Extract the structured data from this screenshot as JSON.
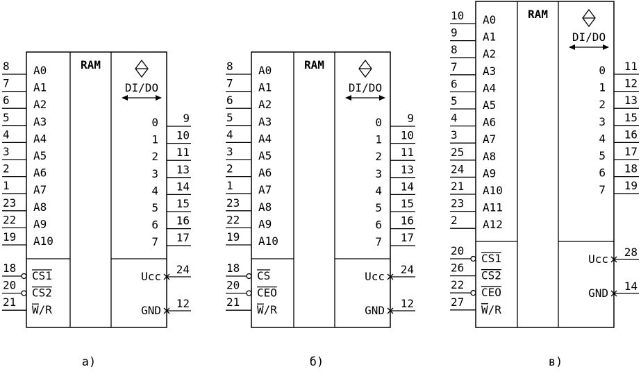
{
  "chips": [
    {
      "caption": "а)",
      "type_label": "RAM",
      "io_label": "DI/DO",
      "address": [
        {
          "pin": "8",
          "label": "A0"
        },
        {
          "pin": "7",
          "label": "A1"
        },
        {
          "pin": "6",
          "label": "A2"
        },
        {
          "pin": "5",
          "label": "A3"
        },
        {
          "pin": "4",
          "label": "A4"
        },
        {
          "pin": "3",
          "label": "A5"
        },
        {
          "pin": "2",
          "label": "A6"
        },
        {
          "pin": "1",
          "label": "A7"
        },
        {
          "pin": "23",
          "label": "A8"
        },
        {
          "pin": "22",
          "label": "A9"
        },
        {
          "pin": "19",
          "label": "A10"
        }
      ],
      "control": [
        {
          "pin": "18",
          "label": "CS1",
          "inverted": true
        },
        {
          "pin": "20",
          "label": "CS2",
          "inverted": true
        },
        {
          "pin": "21",
          "label": "W/R",
          "inverted": false
        }
      ],
      "data": [
        {
          "pin": "9",
          "label": "0"
        },
        {
          "pin": "10",
          "label": "1"
        },
        {
          "pin": "11",
          "label": "2"
        },
        {
          "pin": "13",
          "label": "3"
        },
        {
          "pin": "14",
          "label": "4"
        },
        {
          "pin": "15",
          "label": "5"
        },
        {
          "pin": "16",
          "label": "6"
        },
        {
          "pin": "17",
          "label": "7"
        }
      ],
      "power": [
        {
          "pin": "24",
          "label": "Ucc"
        },
        {
          "pin": "12",
          "label": "GND"
        }
      ]
    },
    {
      "caption": "б)",
      "type_label": "RAM",
      "io_label": "DI/DO",
      "address": [
        {
          "pin": "8",
          "label": "A0"
        },
        {
          "pin": "7",
          "label": "A1"
        },
        {
          "pin": "6",
          "label": "A2"
        },
        {
          "pin": "5",
          "label": "A3"
        },
        {
          "pin": "4",
          "label": "A4"
        },
        {
          "pin": "3",
          "label": "A5"
        },
        {
          "pin": "2",
          "label": "A6"
        },
        {
          "pin": "1",
          "label": "A7"
        },
        {
          "pin": "23",
          "label": "A8"
        },
        {
          "pin": "22",
          "label": "A9"
        },
        {
          "pin": "19",
          "label": "A10"
        }
      ],
      "control": [
        {
          "pin": "18",
          "label": "CS",
          "inverted": true
        },
        {
          "pin": "20",
          "label": "CEO",
          "inverted": true
        },
        {
          "pin": "21",
          "label": "W/R",
          "inverted": false
        }
      ],
      "data": [
        {
          "pin": "9",
          "label": "0"
        },
        {
          "pin": "10",
          "label": "1"
        },
        {
          "pin": "11",
          "label": "2"
        },
        {
          "pin": "13",
          "label": "3"
        },
        {
          "pin": "14",
          "label": "4"
        },
        {
          "pin": "15",
          "label": "5"
        },
        {
          "pin": "16",
          "label": "6"
        },
        {
          "pin": "17",
          "label": "7"
        }
      ],
      "power": [
        {
          "pin": "24",
          "label": "Ucc"
        },
        {
          "pin": "12",
          "label": "GND"
        }
      ]
    },
    {
      "caption": "в)",
      "type_label": "RAM",
      "io_label": "DI/DO",
      "address": [
        {
          "pin": "10",
          "label": "A0"
        },
        {
          "pin": "9",
          "label": "A1"
        },
        {
          "pin": "8",
          "label": "A2"
        },
        {
          "pin": "7",
          "label": "A3"
        },
        {
          "pin": "6",
          "label": "A4"
        },
        {
          "pin": "5",
          "label": "A5"
        },
        {
          "pin": "4",
          "label": "A6"
        },
        {
          "pin": "3",
          "label": "A7"
        },
        {
          "pin": "25",
          "label": "A8"
        },
        {
          "pin": "24",
          "label": "A9"
        },
        {
          "pin": "21",
          "label": "A10"
        },
        {
          "pin": "23",
          "label": "A11"
        },
        {
          "pin": "2",
          "label": "A12"
        }
      ],
      "control": [
        {
          "pin": "20",
          "label": "CS1",
          "inverted": true
        },
        {
          "pin": "26",
          "label": "CS2",
          "inverted": false
        },
        {
          "pin": "22",
          "label": "CEO",
          "inverted": true
        },
        {
          "pin": "27",
          "label": "W/R",
          "inverted": false
        }
      ],
      "data": [
        {
          "pin": "11",
          "label": "0"
        },
        {
          "pin": "12",
          "label": "1"
        },
        {
          "pin": "13",
          "label": "2"
        },
        {
          "pin": "15",
          "label": "3"
        },
        {
          "pin": "16",
          "label": "4"
        },
        {
          "pin": "17",
          "label": "5"
        },
        {
          "pin": "18",
          "label": "6"
        },
        {
          "pin": "19",
          "label": "7"
        }
      ],
      "power": [
        {
          "pin": "28",
          "label": "Ucc"
        },
        {
          "pin": "14",
          "label": "GND"
        }
      ]
    }
  ]
}
